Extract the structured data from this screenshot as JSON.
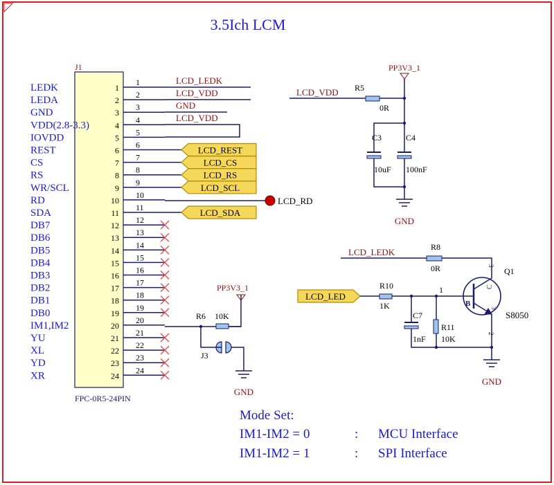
{
  "title": "3.5Ich  LCM",
  "colors": {
    "frame": "#d42020",
    "wire": "#1a1a6e",
    "pin_text": "#000000",
    "net_text": "#8b1010",
    "label_blue": "#1a1ad0",
    "connector_fill": "#ffffc8",
    "flag_fill": "#f5d85a",
    "flag_stroke": "#b08a00",
    "nc_cross": "#e05050",
    "part": "#1a1a6e",
    "dot": "#cc0000",
    "cap_fill": "#9ec6e6"
  },
  "connector": {
    "ref": "J1",
    "footprint": "FPC-0R5-24PIN",
    "pins": [
      {
        "num": "1",
        "name": "LEDK"
      },
      {
        "num": "2",
        "name": "LEDA"
      },
      {
        "num": "3",
        "name": "GND"
      },
      {
        "num": "4",
        "name": "VDD(2.8-3.3)"
      },
      {
        "num": "5",
        "name": "IOVDD"
      },
      {
        "num": "6",
        "name": "REST"
      },
      {
        "num": "7",
        "name": "CS"
      },
      {
        "num": "8",
        "name": "RS"
      },
      {
        "num": "9",
        "name": "WR/SCL"
      },
      {
        "num": "10",
        "name": "RD"
      },
      {
        "num": "11",
        "name": "SDA"
      },
      {
        "num": "12",
        "name": "DB7"
      },
      {
        "num": "13",
        "name": "DB6"
      },
      {
        "num": "14",
        "name": "DB5"
      },
      {
        "num": "15",
        "name": "DB4"
      },
      {
        "num": "16",
        "name": "DB3"
      },
      {
        "num": "17",
        "name": "DB2"
      },
      {
        "num": "18",
        "name": "DB1"
      },
      {
        "num": "19",
        "name": "DB0"
      },
      {
        "num": "20",
        "name": "IM1,IM2"
      },
      {
        "num": "21",
        "name": "YU"
      },
      {
        "num": "22",
        "name": "XL"
      },
      {
        "num": "23",
        "name": "YD"
      },
      {
        "num": "24",
        "name": "XR"
      }
    ]
  },
  "net_labels": {
    "lcd_ledk": "LCD_LEDK",
    "lcd_vdd": "LCD_VDD",
    "gnd": "GND",
    "lcd_vdd_4": "LCD_VDD",
    "lcd_rd": "LCD_RD",
    "pwr": "PP3V3_1",
    "pwr2": "PP3V3_1",
    "gnd_caps": "GND",
    "gnd_j3": "GND",
    "gnd_q1": "GND",
    "lcd_vdd_r5": "LCD_VDD",
    "lcd_ledk_r8": "LCD_LEDK"
  },
  "flags": [
    {
      "pin": "6",
      "label": "LCD_REST"
    },
    {
      "pin": "7",
      "label": "LCD_CS"
    },
    {
      "pin": "8",
      "label": "LCD_RS"
    },
    {
      "pin": "9",
      "label": "LCD_SCL"
    },
    {
      "pin": "11",
      "label": "LCD_SDA"
    }
  ],
  "led_flag": "LCD_LED",
  "components": {
    "r5": {
      "ref": "R5",
      "value": "0R"
    },
    "c3": {
      "ref": "C3",
      "value": "10uF"
    },
    "c4": {
      "ref": "C4",
      "value": "100nF"
    },
    "r6": {
      "ref": "R6",
      "value": "10K"
    },
    "j3": {
      "ref": "J3"
    },
    "r8": {
      "ref": "R8",
      "value": "0R"
    },
    "r10": {
      "ref": "R10",
      "value": "1K"
    },
    "c7": {
      "ref": "C7",
      "value": "1nF"
    },
    "r11": {
      "ref": "R11",
      "value": "10K"
    },
    "q1": {
      "ref": "Q1",
      "value": "S8050",
      "pin_b": "1",
      "pin_c": "3",
      "pin_e": "2",
      "b_label": "B",
      "c_label": "C",
      "e_label": "E"
    }
  },
  "mode": {
    "heading": "Mode Set:",
    "rows": [
      {
        "eq": "IM1-IM2 = 0",
        "sep": ":",
        "desc": "MCU  Interface"
      },
      {
        "eq": "IM1-IM2 = 1",
        "sep": ":",
        "desc": "SPI  Interface"
      }
    ]
  }
}
